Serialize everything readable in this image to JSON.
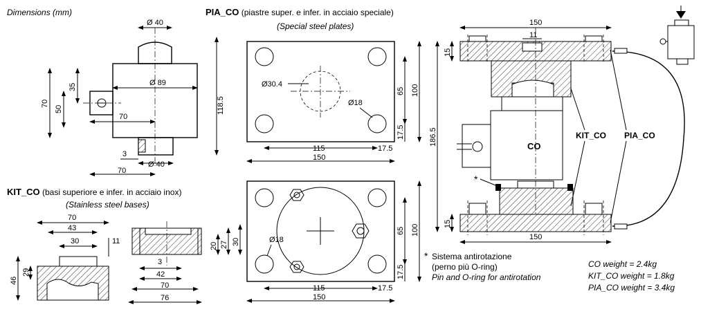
{
  "header": {
    "dimensions_title": "Dimensions (mm)"
  },
  "pia_co": {
    "code": "PIA_CO",
    "description_it": " (piastre super. e infer. in acciaio speciale)",
    "description_en": "(Special steel plates)"
  },
  "kit_co": {
    "code": "KIT_CO",
    "description_it": " (basi superiore e infer. in acciaio inox)",
    "description_en": "(Stainless steel bases)"
  },
  "assembly": {
    "label_co": "CO",
    "label_kit": "KIT_CO",
    "label_pia": "PIA_CO",
    "asterisk": "*"
  },
  "note": {
    "star": "*",
    "line1": "Sistema antirotazione",
    "line2": "(perno più O-ring)",
    "line3": "Pin and O-ring for antirotation"
  },
  "weights": {
    "co": "CO weight = 2.4kg",
    "kit": "KIT_CO weight = 1.8kg",
    "pia": "PIA_CO weight = 3.4kg"
  },
  "dims": {
    "lc_top_dia": "Ø 40",
    "lc_body_dia": "Ø 89",
    "lc_35": "35",
    "lc_70_v": "70",
    "lc_50": "50",
    "lc_70_h": "70",
    "lc_118": "118.5",
    "lc_3": "3",
    "lc_bot_dia": "Ø 40",
    "lc_70_bot": "70",
    "pt_dia304": "Ø30.4",
    "pt_dia18": "Ø18",
    "pt_65": "65",
    "pt_100": "100",
    "pt_175": "17.5",
    "pt_115": "115",
    "pt_175h": "17.5",
    "pt_150": "150",
    "pb_dia18": "Ø18",
    "pb_65": "65",
    "pb_100": "100",
    "pb_175": "17.5",
    "pb_115": "115",
    "pb_175h": "17.5",
    "pb_150": "150",
    "kt_70": "70",
    "kt_43": "43",
    "kt_30": "30",
    "kt_11": "11",
    "kt_29": "29",
    "kt_46": "46",
    "kb_20": "20",
    "kb_27": "27",
    "kb_30": "30",
    "kb_3": "3",
    "kb_42": "42",
    "kb_70": "70",
    "kb_76": "76",
    "as_150_top": "150",
    "as_11": "11",
    "as_15_top": "15",
    "as_186": "186.5",
    "as_15_bot": "15",
    "as_150_bot": "150"
  }
}
